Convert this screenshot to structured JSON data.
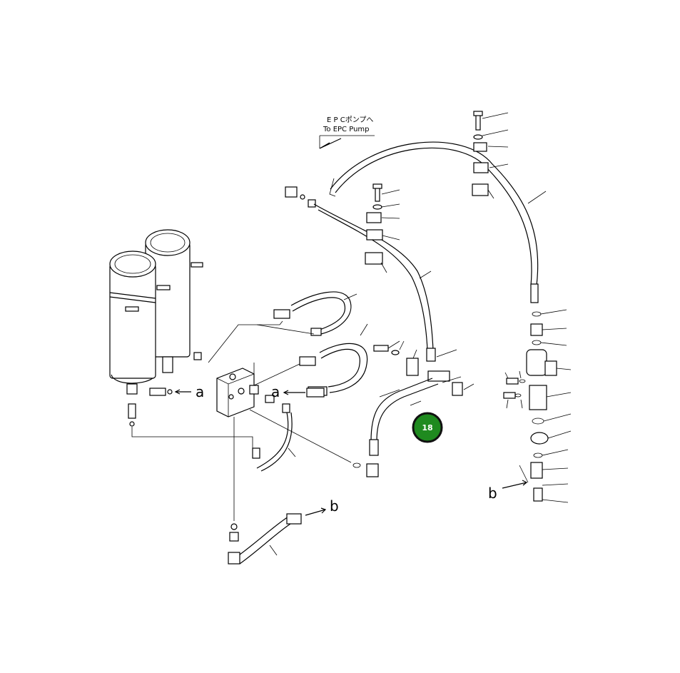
{
  "diagram": {
    "annotation_jp": "E P Cポンプへ",
    "annotation_en": "To EPC Pump",
    "port_a_left": "a",
    "port_a_right": "a",
    "port_b_bottom": "b",
    "port_b_right": "b",
    "callout_number": "18",
    "callout_color": "#1f8a1f",
    "callout_border": "#111111",
    "line_color": "#000000",
    "background": "#ffffff"
  }
}
